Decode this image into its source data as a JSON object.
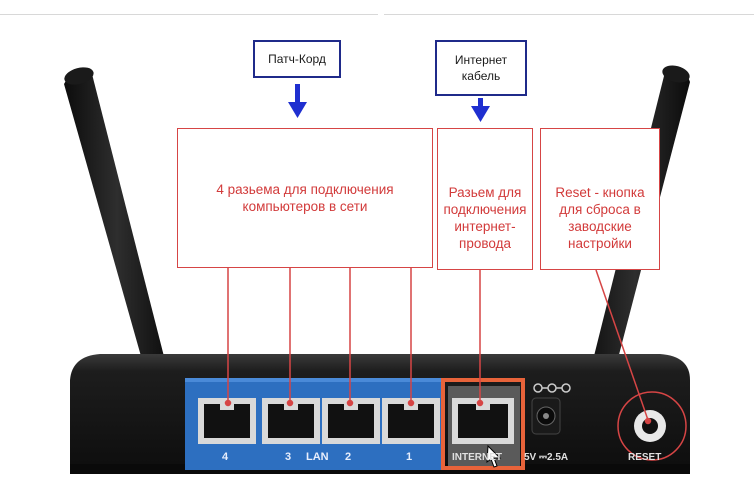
{
  "callouts": {
    "patch_cord": "Патч-Корд",
    "internet_cable_line1": "Интернет",
    "internet_cable_line2": "кабель",
    "lan_desc": "4 разьема для подключения компьютеров в сети",
    "inet_desc_lines": [
      "Разьем для",
      "подключения",
      "интернет-",
      "провода"
    ],
    "reset_desc_lines": [
      "Reset - кнопка",
      "для сброса в",
      "заводские",
      "настройки"
    ]
  },
  "router": {
    "port_numbers": [
      "4",
      "3",
      "LAN",
      "2",
      "1"
    ],
    "internet_label": "INTERNET",
    "power_label": "5V ⎓2.5A",
    "reset_label": "RESET"
  },
  "colors": {
    "callout_red": "#d23a3a",
    "callout_blue": "#1f2a8a",
    "lan_panel_blue": "#2d6fc0",
    "highlight_orange": "#e8633a",
    "router_body": "#1c1c1c"
  }
}
